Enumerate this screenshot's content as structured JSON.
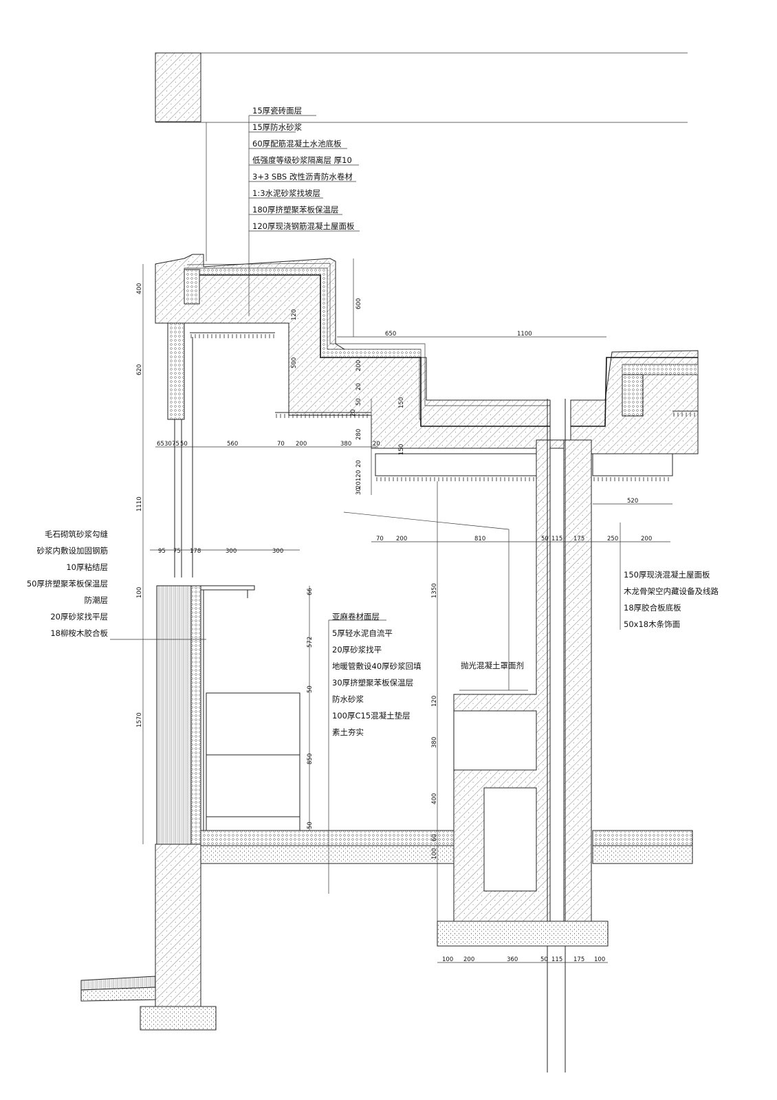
{
  "roof_layers": [
    "15厚瓷砖面层",
    "15厚防水砂浆",
    "60厚配筋混凝土水池底板",
    "低强度等级砂浆隔离层  厚10",
    "3+3  SBS  改性沥青防水卷材",
    "1:3水泥砂浆找坡层",
    "180厚挤塑聚苯板保温层",
    "120厚现浇钢筋混凝土屋面板"
  ],
  "wall_layers": [
    "毛石砌筑砂浆勾缝",
    "砂浆内敷设加固钢筋",
    "10厚粘结层",
    "50厚挤塑聚苯板保温层",
    "防潮层",
    "20厚砂浆找平层",
    "18柳桉木胶合板"
  ],
  "floor_layers": [
    "亚麻卷材面层",
    "5厚轻水泥自流平",
    "20厚砂浆找平",
    "地暖管敷设40厚砂浆回填",
    "30厚挤塑聚苯板保温层",
    "防水砂浆",
    "100厚C15混凝土垫层",
    "素土夯实"
  ],
  "ceiling_layers": [
    "150厚现浇混凝土屋面板",
    "木龙骨架空内藏设备及线路",
    "18厚胶合板底板",
    "50x18木条饰面"
  ],
  "column_note": "抛光混凝土罩面剂",
  "dims": {
    "left_vertical": [
      "400",
      "620",
      "1110",
      "100",
      "1570"
    ],
    "row_top": [
      "65",
      "30",
      "75",
      "50",
      "560",
      "70",
      "200",
      "380",
      "20"
    ],
    "row_mid": [
      "95",
      "75",
      "178",
      "300",
      "300"
    ],
    "row_right": [
      "70",
      "200",
      "810",
      "50",
      "115",
      "175",
      "250",
      "200"
    ],
    "row_top_right": [
      "650",
      "1100"
    ],
    "row_bottom": [
      "100",
      "200",
      "360",
      "50",
      "115",
      "175",
      "100"
    ],
    "ceiling_width": "520",
    "roof_vertical": [
      "600",
      "120",
      "500",
      "200",
      "20",
      "50",
      "20",
      "150",
      "280",
      "150",
      "20"
    ],
    "soffit_vertical": [
      "120",
      "20",
      "30"
    ],
    "cabinet_vertical": [
      "66",
      "572",
      "50",
      "850",
      "50"
    ],
    "column_vertical": [
      "1350",
      "120",
      "380",
      "400",
      "60",
      "100"
    ]
  }
}
